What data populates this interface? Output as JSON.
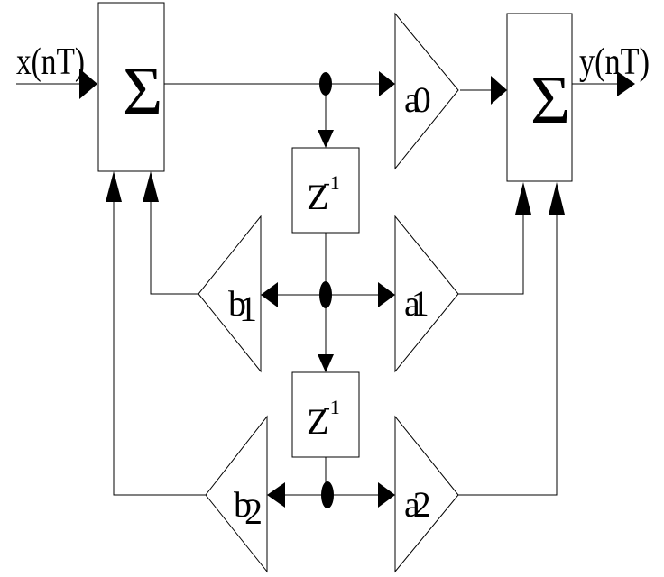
{
  "input_label": "x(nT)",
  "output_label": "y(nT)",
  "sum_symbol": "Σ",
  "delay": {
    "base": "Z",
    "exponent": "-1"
  },
  "gains": {
    "a0": {
      "base": "a",
      "sub": "0"
    },
    "a1": {
      "base": "a",
      "sub": "1"
    },
    "a2": {
      "base": "a",
      "sub": "2"
    },
    "b1": {
      "base": "b",
      "sub": "1"
    },
    "b2": {
      "base": "b",
      "sub": "2"
    }
  }
}
